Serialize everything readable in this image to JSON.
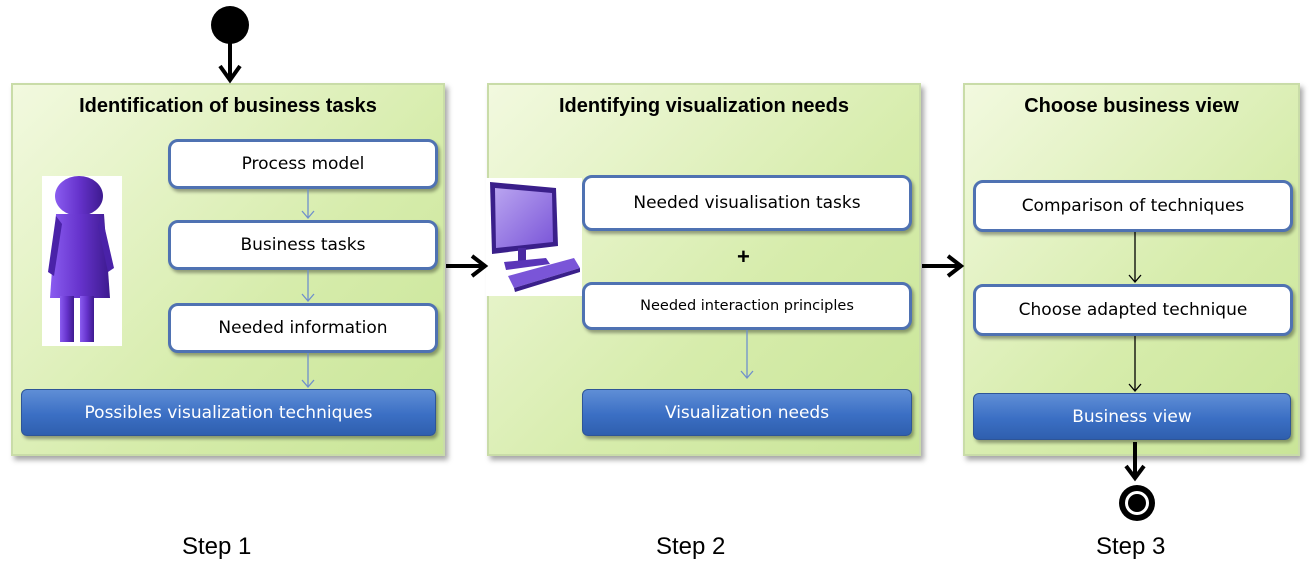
{
  "panels": [
    {
      "title": "Identification of business tasks",
      "boxes": [
        "Process model",
        "Business tasks",
        "Needed information"
      ],
      "result": "Possibles visualization techniques",
      "step": "Step 1"
    },
    {
      "title": "Identifying visualization needs",
      "boxes": [
        "Needed visualisation tasks",
        "Needed interaction principles"
      ],
      "plus": "+",
      "result": "Visualization needs",
      "step": "Step 2"
    },
    {
      "title": "Choose business view",
      "boxes": [
        "Comparison of techniques",
        "Choose adapted technique"
      ],
      "result": "Business view",
      "step": "Step 3"
    }
  ],
  "colors": {
    "box_border": "#4f72b2",
    "result_fill": "#3b6fc4",
    "panel_fill": "#d6ecab",
    "figure": "#6633cc"
  },
  "icons": [
    "start-node-icon",
    "person-icon",
    "computer-icon",
    "end-node-icon"
  ]
}
